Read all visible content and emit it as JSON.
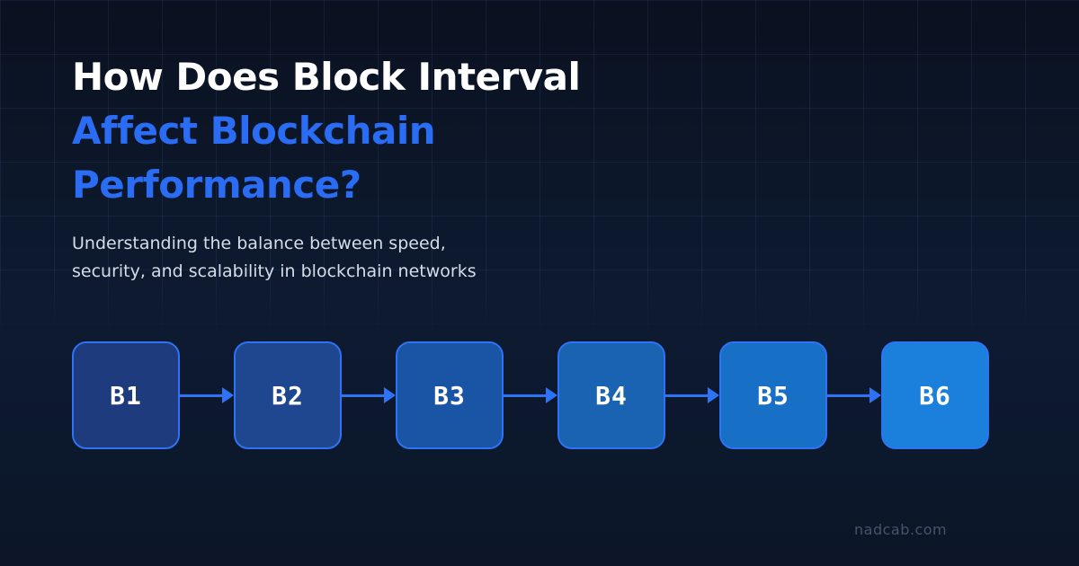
{
  "header": {
    "title_lines": [
      {
        "text": "How Does Block Interval",
        "color": "#ffffff"
      },
      {
        "text": "Affect Blockchain",
        "color": "#2a6cf4"
      },
      {
        "text": "Performance?",
        "color": "#2a6cf4"
      }
    ],
    "subtitle_lines": [
      "Understanding the balance between speed,",
      "security, and scalability in blockchain networks"
    ]
  },
  "chain": {
    "blocks": [
      {
        "label": "B1",
        "fill": "#1d3b7d"
      },
      {
        "label": "B2",
        "fill": "#1e478f"
      },
      {
        "label": "B3",
        "fill": "#1a55a5"
      },
      {
        "label": "B4",
        "fill": "#1a63b2"
      },
      {
        "label": "B5",
        "fill": "#1770c6"
      },
      {
        "label": "B6",
        "fill": "#1b80dc"
      }
    ]
  },
  "footer": {
    "watermark": "nadcab.com"
  },
  "colors": {
    "accent": "#2e72f6",
    "title_accent": "#2a6cf4",
    "background_top": "#0a1120",
    "background_mid": "#0d1a31",
    "background_bottom": "#0c1628",
    "grid_line": "rgba(127,167,255,0.09)",
    "subtitle_text": "#d6dde8",
    "watermark_text": "#46536e"
  }
}
